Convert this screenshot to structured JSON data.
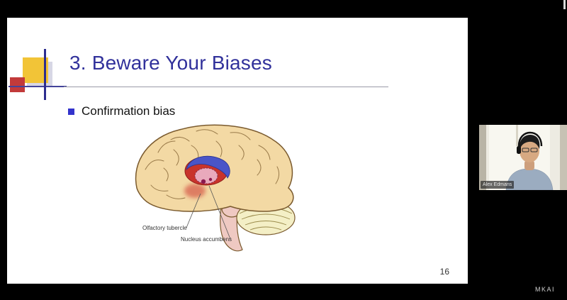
{
  "slide": {
    "title": "3. Beware Your Biases",
    "bullets": [
      {
        "label": "Confirmation bias"
      }
    ],
    "page_number": "16",
    "diagram": {
      "description": "sagittal brain illustration",
      "labels": {
        "olfactory_tubercle": "Olfactory tubercle",
        "nucleus_accumbens": "Nucleus accumbens"
      }
    },
    "colors": {
      "title": "#31319b",
      "bullet_marker": "#3333cc",
      "ornament_yellow": "#f2c437",
      "ornament_red": "#c23a3a",
      "ornament_blue": "#2d2d8f"
    }
  },
  "webcam": {
    "participant_name": "Alex Edmans"
  },
  "watermark": "MKAI"
}
